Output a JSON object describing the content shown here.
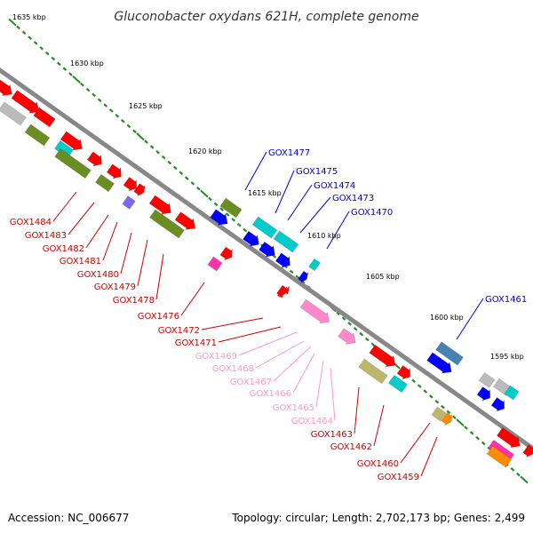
{
  "title": "Gluconobacter oxydans 621H, complete genome",
  "footer": {
    "accession": "Accession: NC_006677",
    "summary": "Topology: circular; Length: 2,702,173 bp; Genes: 2,499"
  },
  "colors": {
    "forward_label": "#0000cc",
    "reverse_label": "#cc0000",
    "rna_label": "#ff99cc",
    "backbone": "#888888",
    "scale_tick": "#228b22",
    "red": "#ff0000",
    "blue": "#0000ff",
    "olive": "#6b8e23",
    "cyan": "#00cccc",
    "pink": "#ff88cc",
    "magenta": "#ff33aa",
    "gray": "#bbbbbb",
    "khaki": "#bdb76b",
    "steelblue": "#4682b4",
    "orange": "#ff8c00",
    "purple": "#7b68ee"
  },
  "scale_labels": [
    "1635 kbp",
    "1630 kbp",
    "1625 kbp",
    "1620 kbp",
    "1615 kbp",
    "1610 kbp",
    "1605 kbp",
    "1600 kbp",
    "1595 kbp"
  ],
  "labels": {
    "forward": [
      "GOX1477",
      "GOX1475",
      "GOX1474",
      "GOX1473",
      "GOX1470",
      "GOX1461"
    ],
    "reverse": [
      "GOX1484",
      "GOX1483",
      "GOX1482",
      "GOX1481",
      "GOX1480",
      "GOX1479",
      "GOX1478",
      "GOX1476",
      "GOX1472",
      "GOX1471",
      "GOX1463",
      "GOX1462",
      "GOX1460",
      "GOX1459"
    ],
    "rna": [
      "GOX1469",
      "GOX1468",
      "GOX1467",
      "GOX1466",
      "GOX1465",
      "GOX1464"
    ]
  }
}
